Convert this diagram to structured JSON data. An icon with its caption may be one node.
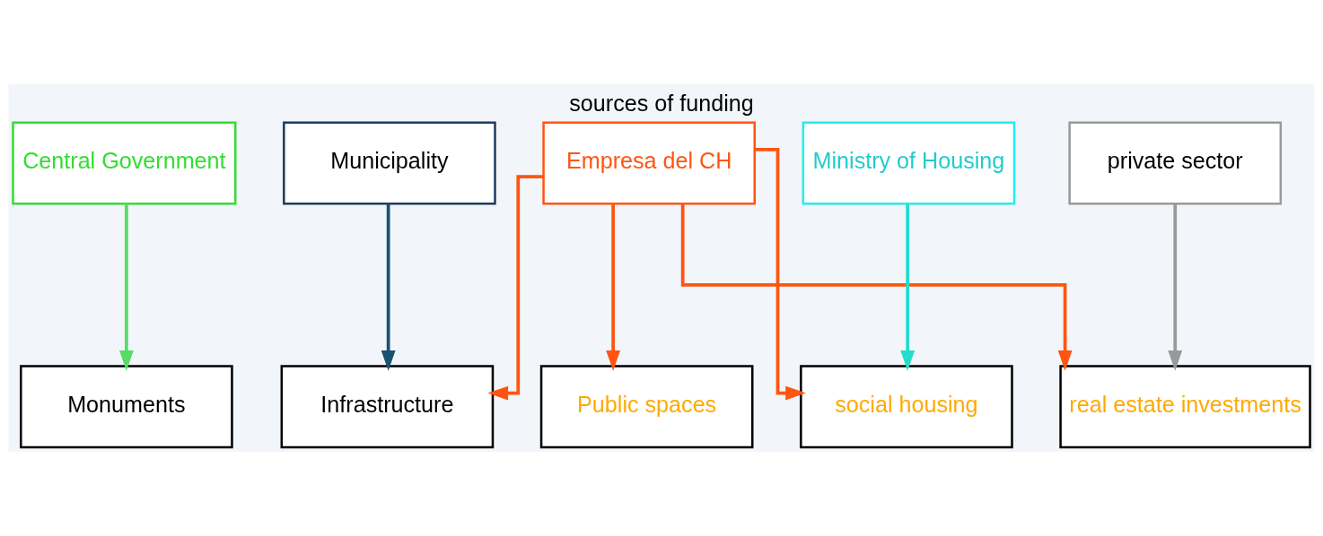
{
  "diagram": {
    "title": "sources of funding",
    "nodes": [
      {
        "text": [
          "Central Government"
        ]
      },
      {
        "text": [
          "Municipality"
        ]
      },
      {
        "text": [
          "Empresa del CH"
        ]
      },
      {
        "text": [
          "Ministry of Housing"
        ]
      },
      {
        "text": [
          "private sector"
        ]
      },
      {
        "text": [
          "Monuments"
        ]
      },
      {
        "text": [
          "Infrastructure"
        ]
      },
      {
        "text": [
          "Public spaces"
        ]
      },
      {
        "text": [
          "social housing"
        ]
      },
      {
        "text": [
          "real estate investments"
        ]
      }
    ],
    "edges": [
      {
        "from": 0,
        "to": 5,
        "arrow": "to",
        "color": "#55dd66"
      },
      {
        "from": 1,
        "to": 6,
        "arrow": "to",
        "color": "#1a5272"
      },
      {
        "from": 2,
        "to": 6,
        "arrow": "to",
        "color": "#ff5511"
      },
      {
        "from": 2,
        "to": 7,
        "arrow": "to",
        "color": "#ff5511"
      },
      {
        "from": 2,
        "to": 8,
        "arrow": "to",
        "color": "#ff5511"
      },
      {
        "from": 2,
        "to": 9,
        "arrow": "to",
        "color": "#ff5511"
      },
      {
        "from": 3,
        "to": 8,
        "arrow": "to",
        "color": "#22ddcc"
      },
      {
        "from": 4,
        "to": 9,
        "arrow": "to",
        "color": "#999999"
      }
    ]
  }
}
